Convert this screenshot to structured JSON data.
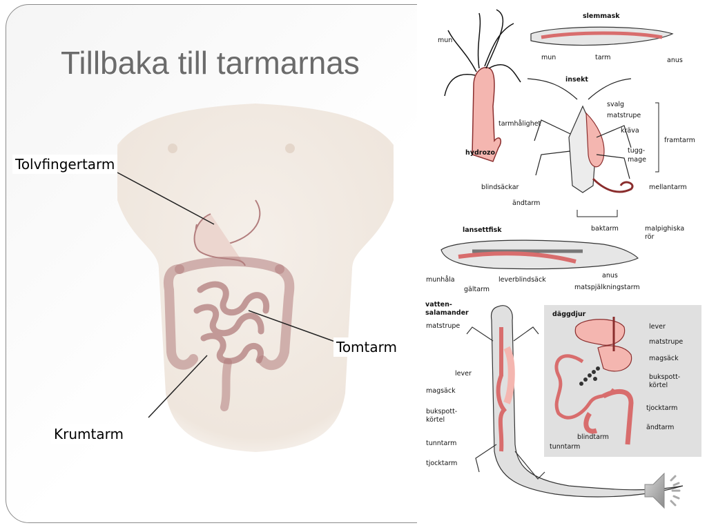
{
  "slide": {
    "title": "Tillbaka till tarmarnas",
    "human_labels": {
      "duodenum": "Tolvfingertarm",
      "jejunum": "Tomtarm",
      "ileum": "Krumtarm"
    }
  },
  "comparison": {
    "hydrozo": {
      "name": "hydrozo",
      "labels": [
        "mun",
        "tarmhålighet"
      ]
    },
    "slemmask": {
      "name": "slemmask",
      "labels": [
        "mun",
        "tarm",
        "anus"
      ]
    },
    "insekt": {
      "name": "insekt",
      "labels": [
        "svalg",
        "matstrupe",
        "kräva",
        "tugg-",
        "mage",
        "framtarm",
        "blindsäckar",
        "mellantarm",
        "ändtarm",
        "baktarm",
        "malpighiska",
        "rör"
      ]
    },
    "lansettfisk": {
      "name": "lansettfisk",
      "labels": [
        "munhåla",
        "gältarm",
        "leverblindsäck",
        "anus",
        "matspjälkningstarm"
      ]
    },
    "vattensalamander": {
      "name_line1": "vatten-",
      "name_line2": "salamander",
      "labels": [
        "matstrupe",
        "lever",
        "magsäck",
        "bukspott-",
        "körtel",
        "tunntarm",
        "tjocktarm"
      ]
    },
    "daggdjur": {
      "name": "däggdjur",
      "labels": [
        "lever",
        "matstrupe",
        "magsäck",
        "bukspott-",
        "körtel",
        "tjocktarm",
        "ändtarm",
        "blindtarm",
        "tunntarm"
      ]
    }
  },
  "colors": {
    "title": "#6b6b6b",
    "organ_fill": "#f4b6b0",
    "organ_stroke": "#8a2d2d",
    "daggdjur_bg": "#e0e0e0",
    "body_skin": "#f2ece6"
  },
  "icons": {
    "audio": "speaker-icon"
  }
}
